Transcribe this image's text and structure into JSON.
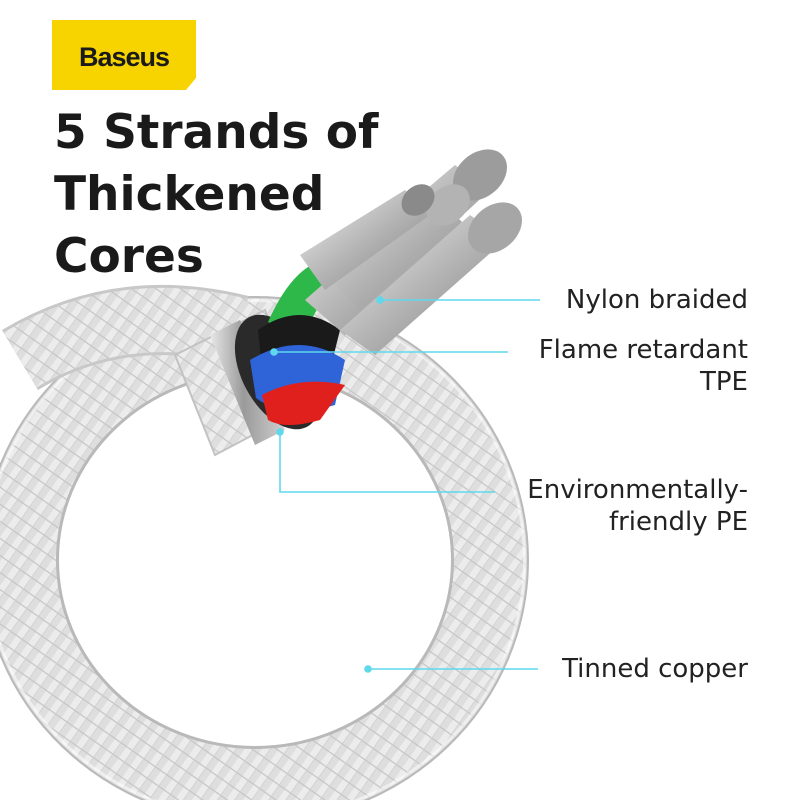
{
  "brand": {
    "logo_text": "Baseus",
    "accent_color": "#F7D300"
  },
  "headline": {
    "line1": "5 Strands of",
    "line2": "Thickened",
    "line3": "Cores"
  },
  "callouts": {
    "nylon": "Nylon braided",
    "tpe_line1": "Flame retardant",
    "tpe_line2": "TPE",
    "pe_line1": "Environmentally-",
    "pe_line2": "friendly PE",
    "copper": "Tinned copper"
  },
  "colors": {
    "leader_line": "#5FD8EC",
    "braid": "#D9D9D9",
    "core_green": "#2FB84A",
    "core_black": "#1A1A1A",
    "core_blue": "#2F63D8",
    "core_red": "#E0201C"
  }
}
